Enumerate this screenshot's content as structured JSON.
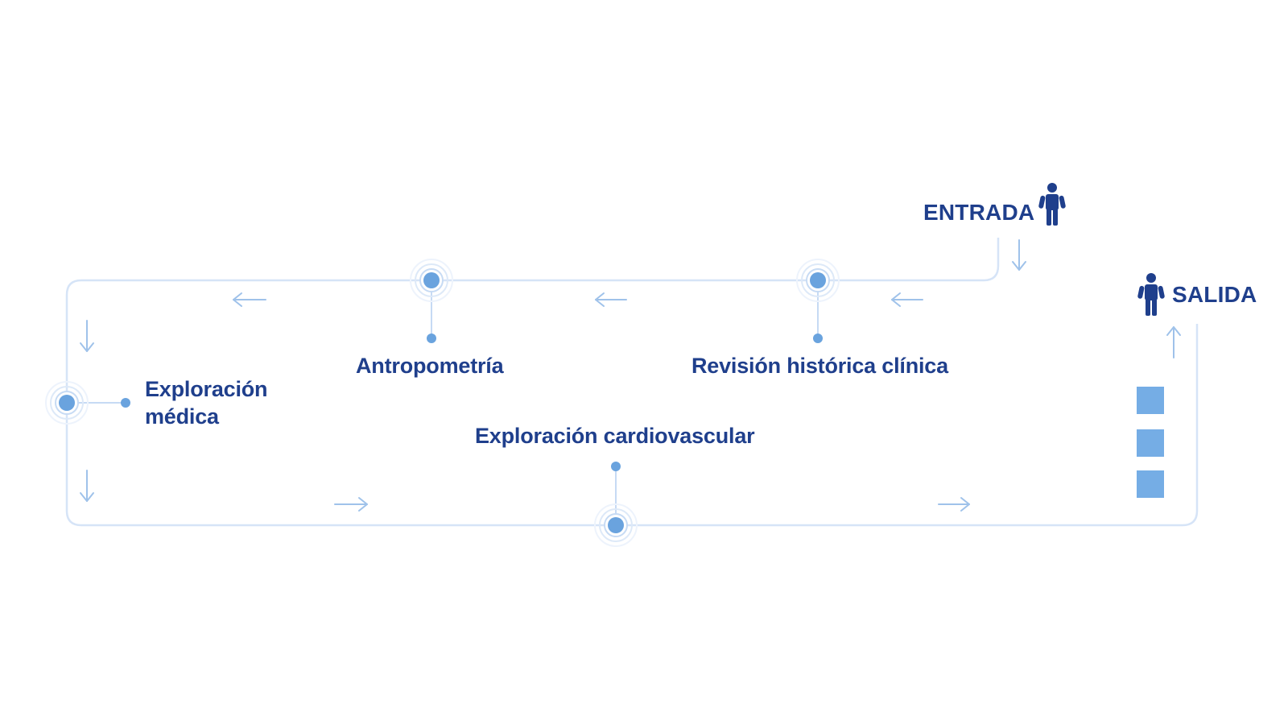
{
  "entry_label": "ENTRADA",
  "exit_label": "SALIDA",
  "stations": {
    "clinical_history": "Revisión histórica clínica",
    "anthropometry": "Antropometría",
    "medical_exam_line1": "Exploración",
    "medical_exam_line2": "médica",
    "cardiovascular": "Exploración cardiovascular"
  },
  "icons": {
    "entry": "person-icon",
    "exit": "person-icon",
    "queue": "square-icon"
  },
  "colors": {
    "text": "#1f3f8c",
    "path": "#d6e4f7",
    "node": "#6aa3de",
    "arrow": "#9fc2ea",
    "queue_block": "#75ade5"
  }
}
